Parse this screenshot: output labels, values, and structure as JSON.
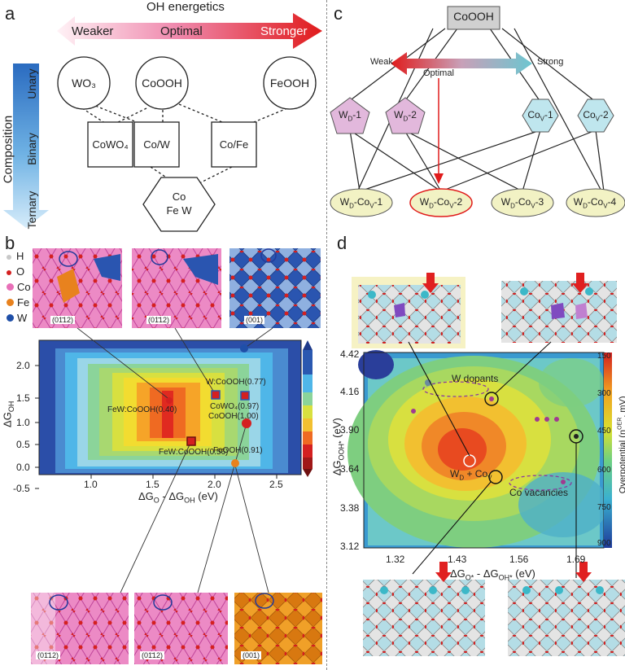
{
  "panels": {
    "a": {
      "label": "a",
      "arrow_title": "OH energetics",
      "arrow_left": "Weaker",
      "arrow_mid": "Optimal",
      "arrow_right": "Stronger",
      "side_title": "Composition",
      "side_levels": [
        "Unary",
        "Binary",
        "Ternary"
      ],
      "nodes": {
        "wo3": "WO₃",
        "cooh": "CoOOH",
        "feooh": "FeOOH",
        "cowo4": "CoWO₄",
        "cow": "Co/W",
        "cofe": "Co/Fe",
        "cofew_1": "Co",
        "cofew_2": "Fe W"
      }
    },
    "b": {
      "label": "b",
      "legend": [
        "H",
        "O",
        "Co",
        "Fe",
        "W"
      ],
      "legend_colors": [
        "#c8c8c8",
        "#d42020",
        "#e870b8",
        "#e8821e",
        "#1f4fa8"
      ],
      "top_facets": [
        "(01̄12)",
        "(01̄12)",
        "(001)"
      ],
      "bottom_facets": [
        "(01̄12)",
        "(01̄12)",
        "(001)"
      ],
      "ylabel": "ΔG",
      "ylabel_sub": "OH",
      "xlabel": "ΔG",
      "xlabel_sub1": "O",
      "xlabel_mid": " - ΔG",
      "xlabel_sub2": "OH",
      "xlabel_unit": " (eV)",
      "x_ticks": [
        "1.0",
        "1.5",
        "2.0",
        "2.5"
      ],
      "y_ticks": [
        "2.0",
        "1.5",
        "1.0",
        "0.5",
        "0.0",
        "-0.5"
      ],
      "annotations": {
        "w_cooh": "W:CoOOH(0.77)",
        "few_cooh_040": "FeW:CoOOH(0.40)",
        "cowo4": "CoWO₄(0.97)",
        "cooh": "CoOOH(1.00)",
        "few_cooh_056": "FeW:CoOOH(0.56)",
        "feooh": "FeOOH(0.91)"
      }
    },
    "c": {
      "label": "c",
      "root": "CoOOH",
      "weak": "Weak",
      "strong": "Strong",
      "optimal": "Optimal",
      "level1": [
        "W",
        "W",
        "Co",
        "Co"
      ],
      "level1_sub": [
        "D",
        "D",
        "V",
        "V"
      ],
      "level1_suffix": [
        "-1",
        "-2",
        "-1",
        "-2"
      ],
      "level2_a": [
        "W",
        "W",
        "W",
        "W"
      ],
      "level2_a_sub": [
        "D",
        "D",
        "D",
        "D"
      ],
      "level2_b": [
        "-Co",
        "-Co",
        "-Co",
        "-Co"
      ],
      "level2_b_sub": [
        "V",
        "V",
        "V",
        "V"
      ],
      "level2_suffix": [
        "-1",
        "-2",
        "-3",
        "-4"
      ]
    },
    "d": {
      "label": "d",
      "ylabel": "ΔG",
      "ylabel_sub": "OOH*",
      "ylabel_unit": " (eV)",
      "xlabel": "ΔG",
      "xlabel_sub1": "O*",
      "xlabel_mid": " - ΔG",
      "xlabel_sub2": "OH*",
      "xlabel_unit": " (eV)",
      "x_ticks": [
        "1.32",
        "1.43",
        "1.56",
        "1.69"
      ],
      "y_ticks": [
        "4.42",
        "4.16",
        "3.90",
        "3.64",
        "3.38",
        "3.12"
      ],
      "cbar_label": "Overpotential (η",
      "cbar_sup": "OER",
      "cbar_unit": ", mV)",
      "cbar_ticks": [
        "150",
        "300",
        "450",
        "600",
        "750",
        "900"
      ],
      "w_dopants": "W dopants",
      "wd_cov": "W",
      "wd_cov_sub": "D",
      "wd_cov_plus": " + Co",
      "wd_cov_sub2": "V",
      "co_vac": "Co vacancies"
    }
  }
}
